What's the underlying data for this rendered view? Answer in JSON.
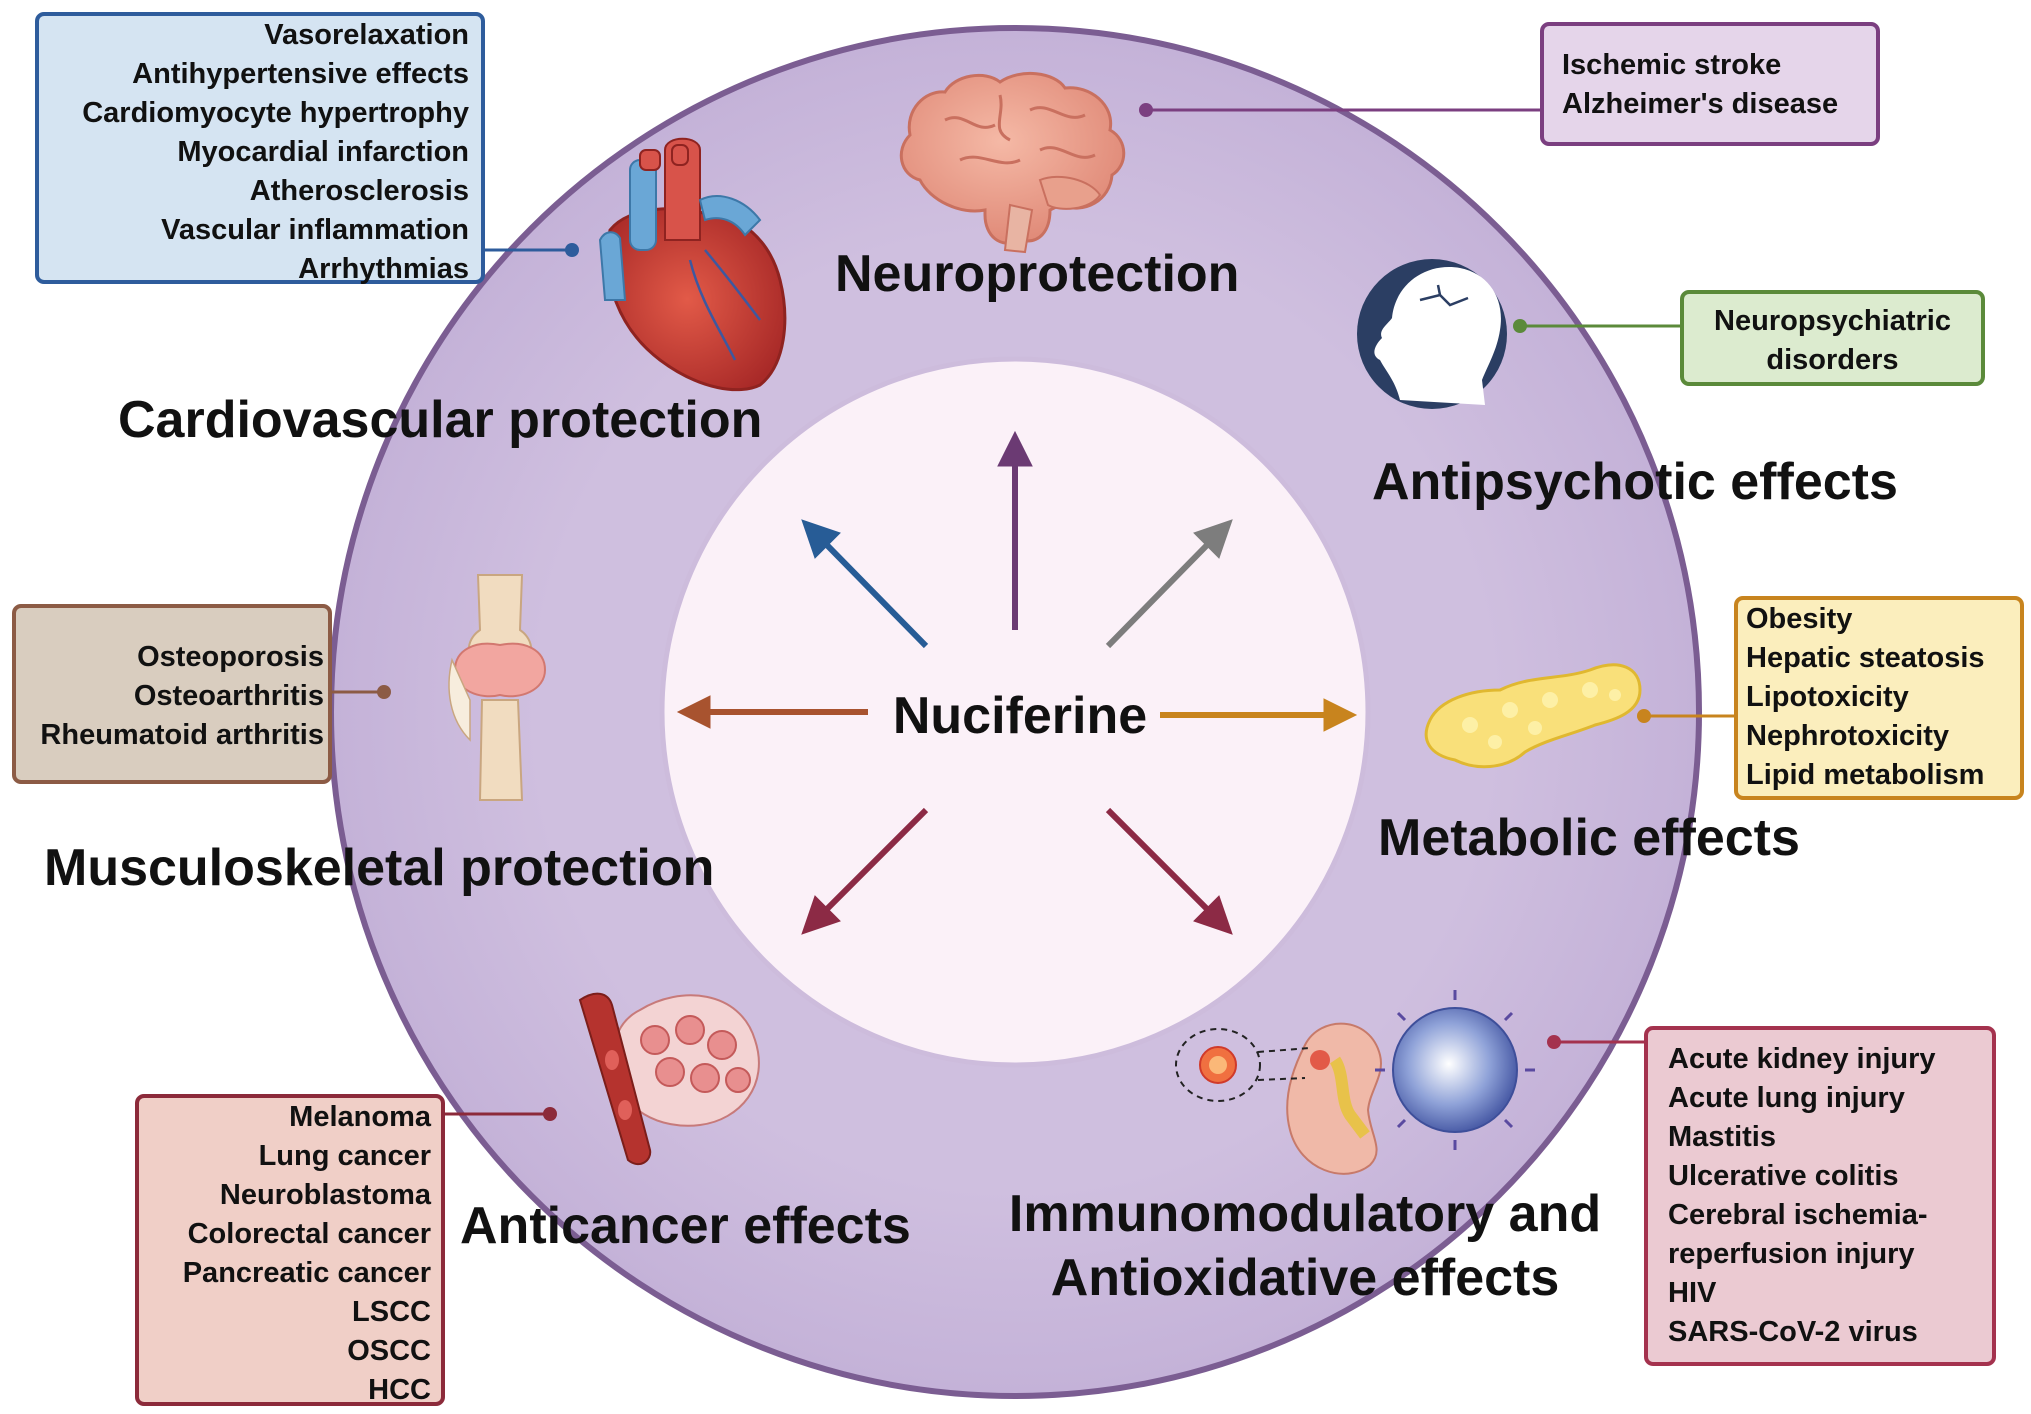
{
  "center": {
    "label": "Nuciferine"
  },
  "sections": {
    "cardio": {
      "title": "Cardiovascular protection",
      "items": [
        "Vasorelaxation",
        "Antihypertensive effects",
        "Cardiomyocyte hypertrophy",
        "Myocardial infarction",
        "Atherosclerosis",
        "Vascular inflammation",
        "Arrhythmias"
      ],
      "color": "#2e5c9c",
      "fill": "#d5e4f2"
    },
    "neuro": {
      "title": "Neuroprotection",
      "items": [
        "Ischemic stroke",
        "Alzheimer's disease"
      ],
      "color": "#7b3f80",
      "fill": "#e5d5ea"
    },
    "antipsychotic": {
      "title": "Antipsychotic effects",
      "items": [
        "Neuropsychiatric",
        "disorders"
      ],
      "color": "#5b8a3a",
      "fill": "#dcebcf"
    },
    "metabolic": {
      "title": "Metabolic effects",
      "items": [
        "Obesity",
        "Hepatic steatosis",
        "Lipotoxicity",
        "Nephrotoxicity",
        "Lipid metabolism"
      ],
      "color": "#c8841e",
      "fill": "#fbeebd"
    },
    "musculo": {
      "title": "Musculoskeletal protection",
      "items": [
        "Osteoporosis",
        "Osteoarthritis",
        "Rheumatoid arthritis"
      ],
      "color": "#8c5b45",
      "fill": "#d9cdbf"
    },
    "anticancer": {
      "title": "Anticancer effects",
      "items": [
        "Melanoma",
        "Lung cancer",
        "Neuroblastoma",
        "Colorectal cancer",
        "Pancreatic cancer",
        "LSCC",
        "OSCC",
        "HCC"
      ],
      "color": "#8c2a3a",
      "fill": "#f0cfc7"
    },
    "immuno": {
      "title_lines": [
        "Immunomodulatory and",
        "Antioxidative effects"
      ],
      "items": [
        "Acute kidney injury",
        "Acute lung injury",
        "Mastitis",
        "Ulcerative colitis",
        "Cerebral ischemia-",
        "reperfusion injury",
        "HIV",
        "SARS-CoV-2 virus"
      ],
      "color": "#a4324e",
      "fill": "#ebcad2"
    }
  },
  "arrow_colors": {
    "up": "#6b3a73",
    "up_left": "#275c96",
    "up_right": "#7d7d7d",
    "left": "#a8532f",
    "right": "#c8841e",
    "down_left": "#8c2a45",
    "down_right": "#8c2a45"
  },
  "ring_color": "#cdbcdc",
  "inner_color": "#fbf1f8"
}
